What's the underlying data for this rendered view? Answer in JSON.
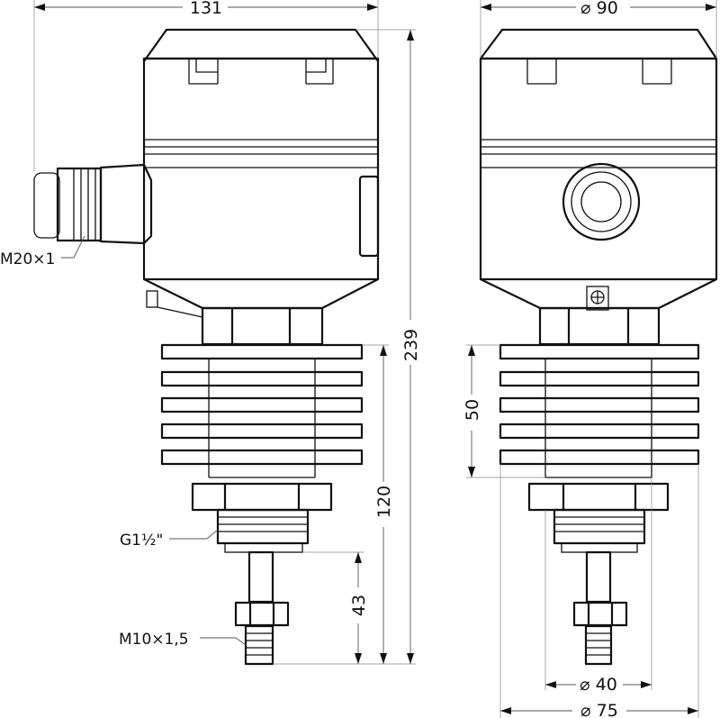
{
  "dimensions": {
    "overall_width": "131",
    "housing_diameter": "⌀ 90",
    "overall_height": "239",
    "cooler_length": "120",
    "cooler_height": "50",
    "probe_length": "43",
    "thread_diameter": "⌀ 40",
    "cooler_diameter": "⌀ 75"
  },
  "callouts": {
    "cable_gland": "M20×1",
    "process_thread": "G1½\"",
    "probe_thread": "M10×1,5"
  },
  "views": [
    "side-view",
    "front-view"
  ]
}
